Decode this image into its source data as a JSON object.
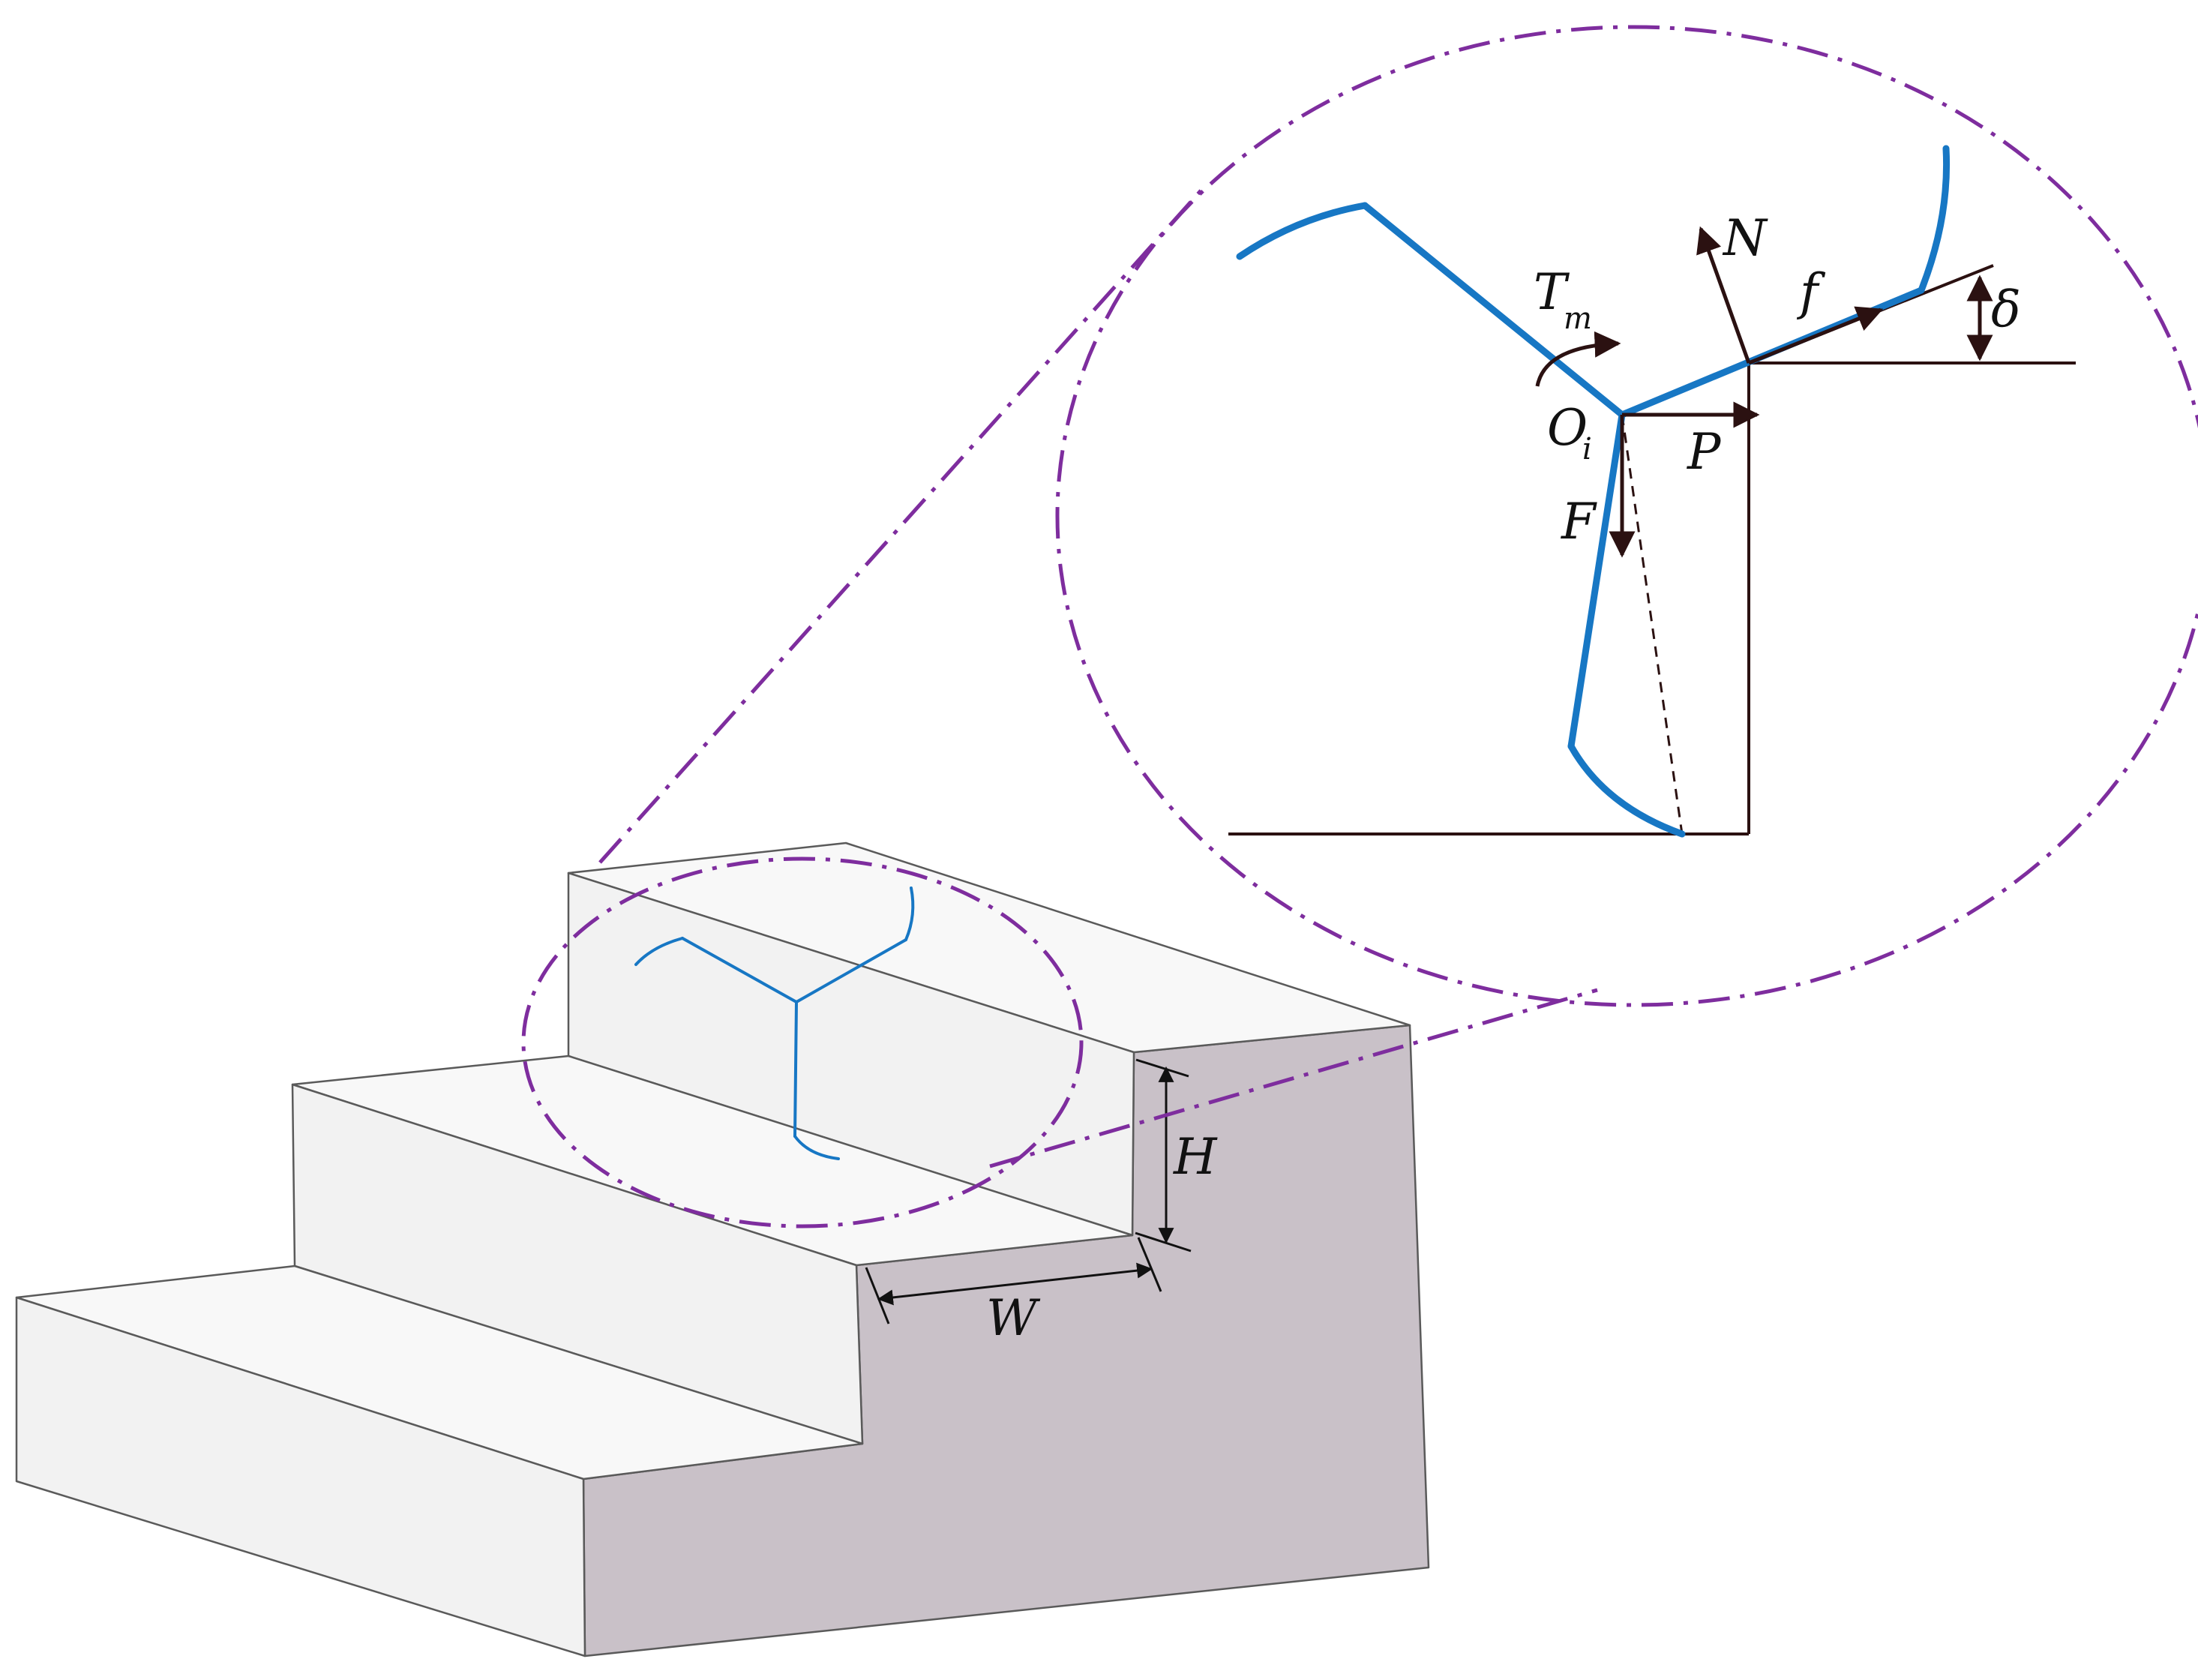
{
  "diagram": {
    "labels": {
      "torque": "T",
      "torque_sub": "m",
      "normal_force": "N",
      "friction": "f",
      "angle": "δ",
      "pivot": "O",
      "pivot_sub": "i",
      "push_force": "P",
      "weight_force": "F",
      "step_height": "H",
      "step_width": "W"
    },
    "colors": {
      "wheel": "#1777c4",
      "zoom_outline": "#7e2d9e",
      "stair_face": "#f3f3f3",
      "stair_side": "#c9c1c8",
      "stair_edge": "#5a5a5a",
      "force_arrow": "#2b1111",
      "annotation": "#111111"
    }
  }
}
